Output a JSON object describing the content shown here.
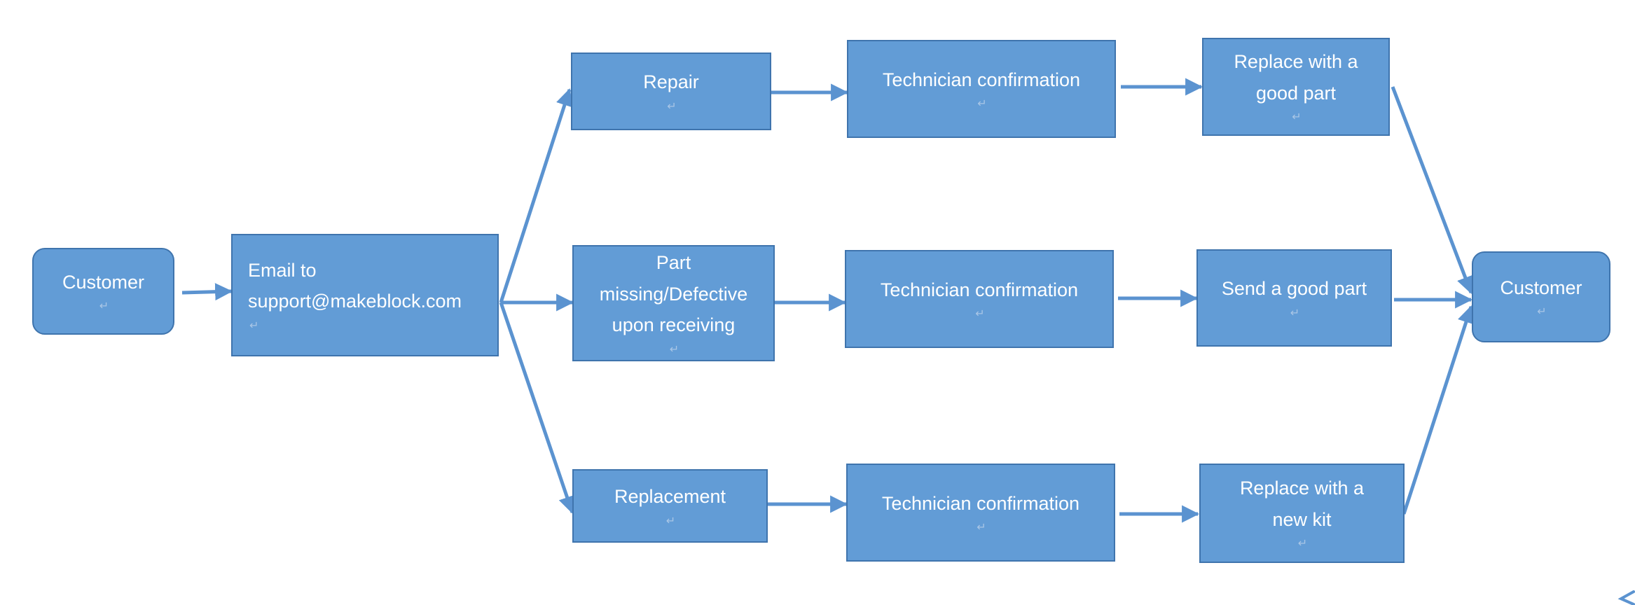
{
  "diagram": {
    "nodes": {
      "customer_start": {
        "lines": [
          "Customer"
        ]
      },
      "email": {
        "lines": [
          "Email to",
          "support@makeblock.com"
        ]
      },
      "repair": {
        "lines": [
          "Repair"
        ]
      },
      "part_missing": {
        "lines": [
          "Part",
          "missing/Defective",
          "upon receiving"
        ]
      },
      "replacement": {
        "lines": [
          "Replacement"
        ]
      },
      "tech_1": {
        "lines": [
          "Technician confirmation"
        ]
      },
      "tech_2": {
        "lines": [
          "Technician confirmation"
        ]
      },
      "tech_3": {
        "lines": [
          "Technician confirmation"
        ]
      },
      "replace_good_part": {
        "lines": [
          "Replace with a",
          "good part"
        ]
      },
      "send_good_part": {
        "lines": [
          "Send a good part"
        ]
      },
      "replace_new_kit": {
        "lines": [
          "Replace with a",
          "new kit"
        ]
      },
      "customer_end": {
        "lines": [
          "Customer"
        ]
      }
    },
    "colors": {
      "node_fill": "#629cd6",
      "node_border": "#3f74ad",
      "arrow": "#5b93d0",
      "text": "#ffffff"
    }
  }
}
